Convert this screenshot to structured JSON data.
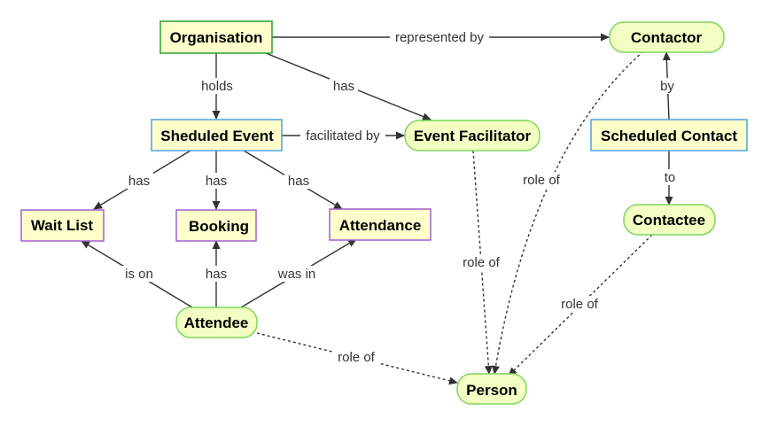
{
  "colors": {
    "node_fill": "#ffffcc",
    "concept_border": "#2e9e2e",
    "event_border": "#4aa3df",
    "list_border": "#a35dd0",
    "role_fill": "#f2ffc2",
    "role_border": "#7fd65a",
    "edge": "#333333"
  },
  "nodes": {
    "organisation": "Organisation",
    "contactor": "Contactor",
    "scheduled_event": "Sheduled Event",
    "event_facilitator": "Event Facilitator",
    "scheduled_contact": "Scheduled Contact",
    "wait_list": "Wait List",
    "booking": "Booking",
    "attendance": "Attendance",
    "contactee": "Contactee",
    "attendee": "Attendee",
    "person": "Person"
  },
  "edges": {
    "org_contactor": "represented by",
    "org_event": "holds",
    "org_facilitator": "has",
    "event_facilitator": "facilitated by",
    "event_waitlist": "has",
    "event_booking": "has",
    "event_attendance": "has",
    "attendee_waitlist": "is on",
    "attendee_booking": "has",
    "attendee_attendance": "was in",
    "attendee_person": "role of",
    "facilitator_person": "role of",
    "contactor_person": "role of",
    "contact_contactor": "by",
    "contact_contactee": "to",
    "contactee_person": "role of"
  }
}
